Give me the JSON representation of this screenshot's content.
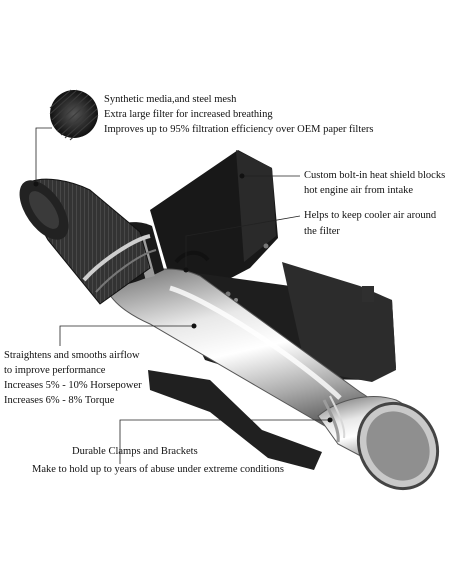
{
  "callouts": {
    "filter": {
      "line1": "Synthetic media,and steel mesh",
      "line2": "Extra large filter for increased breathing",
      "line3": "Improves up to 95% filtration efficiency over OEM paper filters"
    },
    "heat_shield": {
      "line1": "Custom bolt-in heat shield blocks",
      "line2": "hot engine air from intake"
    },
    "cool_air": {
      "line1": "Helps to keep cooler air around",
      "line2": "the filter"
    },
    "tube": {
      "line1": "Straightens and smooths airflow",
      "line2": "to improve performance",
      "line3": "Increases 5% - 10% Horsepower",
      "line4": "Increases 6% - 8%  Torque"
    },
    "clamps": {
      "line1": "Durable Clamps and Brackets",
      "line2": "Make to hold up to years of abuse under extreme conditions"
    }
  }
}
